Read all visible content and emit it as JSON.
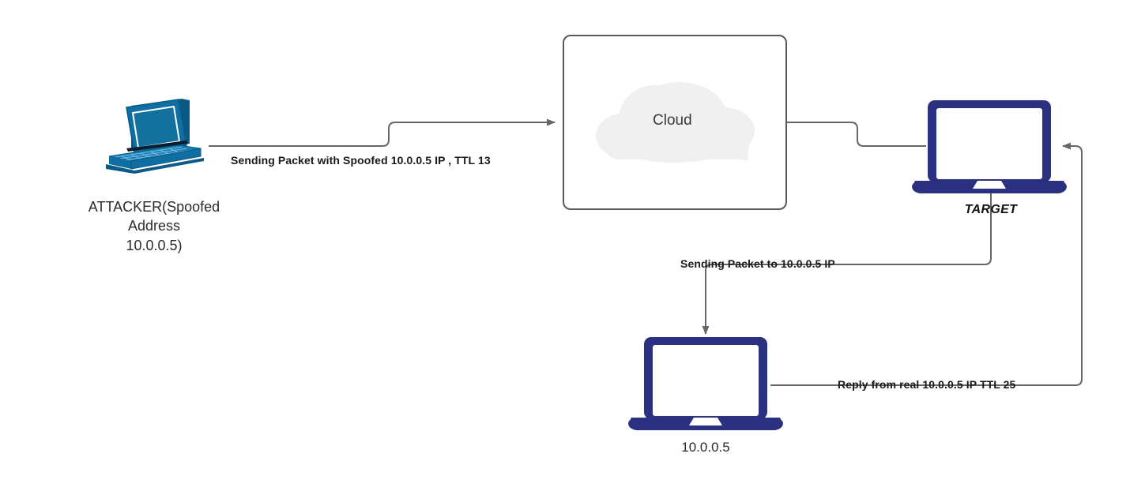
{
  "diagram": {
    "title": "IP Spoofing TTL Analysis Network Diagram",
    "background_color": "#ffffff",
    "wire_color": "#666666",
    "nodes": [
      {
        "id": "attacker",
        "kind": "laptop-isometric",
        "label": "ATTACKER(Spoofed\nAddress\n10.0.0.5)",
        "color": "#0F6FA3",
        "color_dark": "#0B5A85",
        "color_light": "#1A82B8"
      },
      {
        "id": "cloud",
        "kind": "cloud-in-box",
        "label": "Cloud",
        "box_border_color": "#5A5A5A",
        "cloud_fill": "#F0F0F0"
      },
      {
        "id": "target",
        "kind": "laptop-front",
        "label": "TARGET",
        "color": "#2B3180"
      },
      {
        "id": "victim",
        "kind": "laptop-front",
        "label": "10.0.0.5",
        "color": "#2B3180"
      }
    ],
    "edges": [
      {
        "id": "edge-attacker-to-cloud",
        "from": "attacker",
        "to": "cloud",
        "label": "Sending Packet with Spoofed 10.0.0.5 IP , TTL 13",
        "arrow": true
      },
      {
        "id": "edge-cloud-to-target",
        "from": "cloud",
        "to": "target",
        "label": "",
        "arrow": false
      },
      {
        "id": "edge-target-to-victim",
        "from": "target",
        "to": "victim",
        "label": "Sending Packet to 10.0.0.5 IP",
        "arrow": true
      },
      {
        "id": "edge-victim-to-target",
        "from": "victim",
        "to": "target",
        "label": "Reply from real 10.0.0.5 IP TTL 25",
        "arrow": true
      }
    ]
  }
}
